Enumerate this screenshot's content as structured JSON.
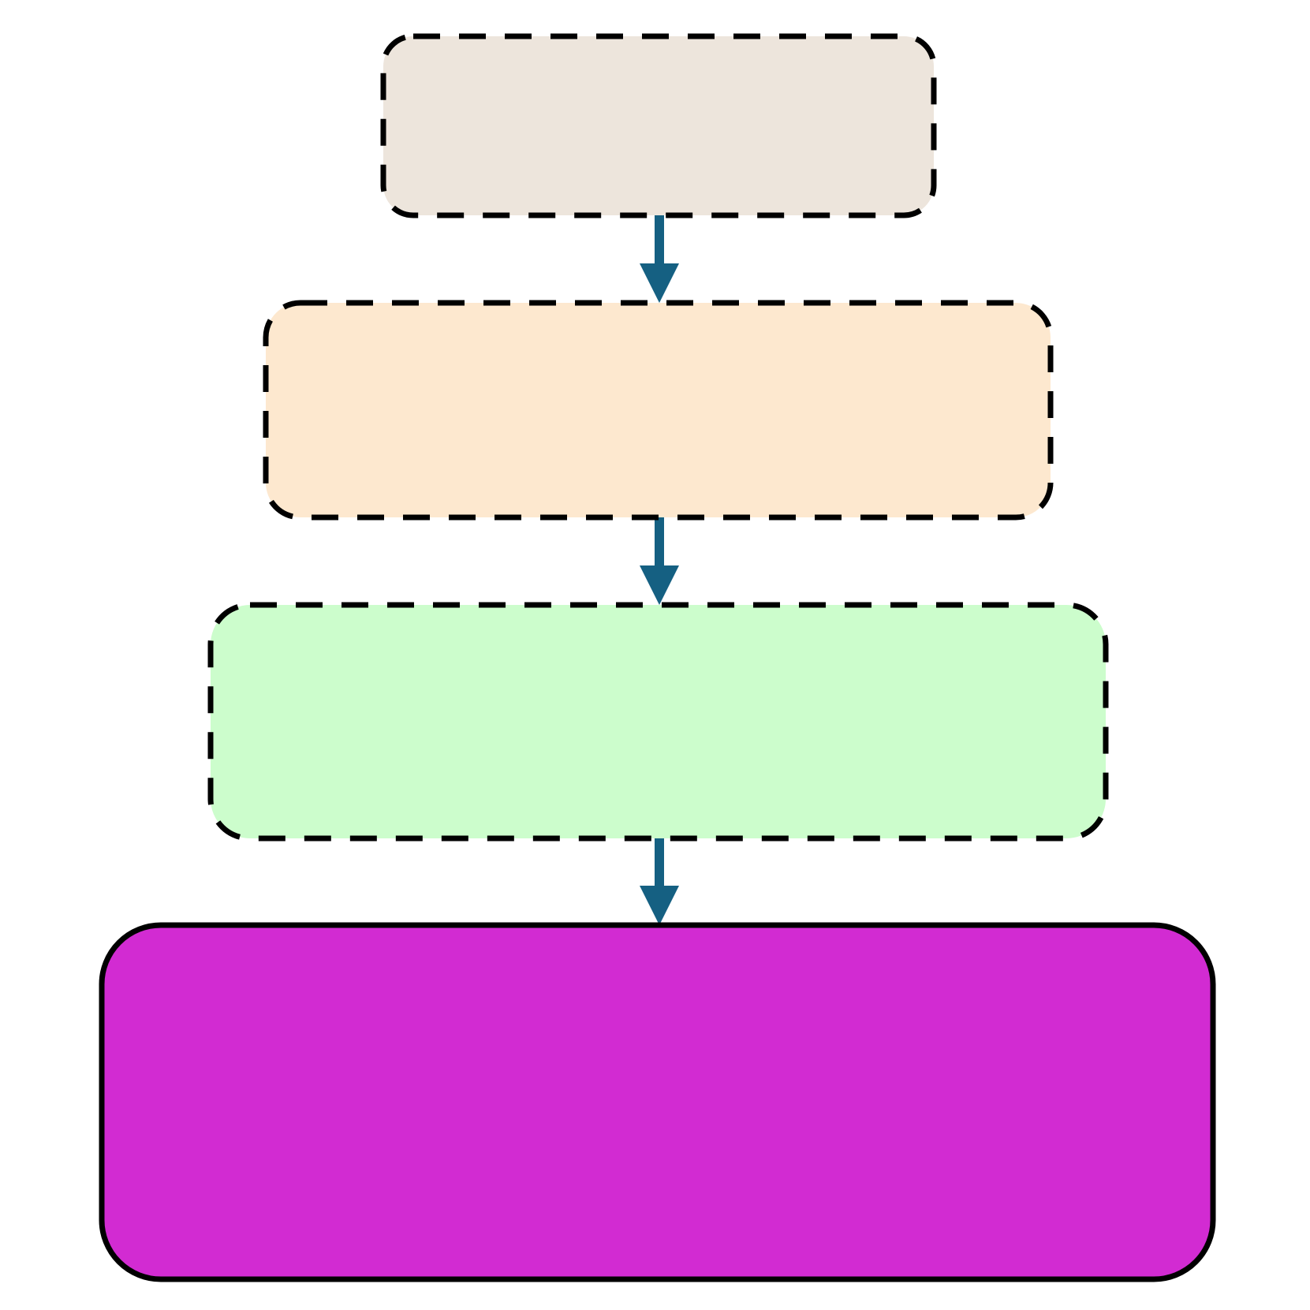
{
  "diagram": {
    "type": "flowchart",
    "direction": "top-to-bottom",
    "colors": {
      "background": "#ffffff",
      "border": "#000000",
      "arrow": "#156082"
    },
    "nodes": [
      {
        "id": "step-1",
        "label": "",
        "fill": "#ede5dc",
        "border": "dashed"
      },
      {
        "id": "step-2",
        "label": "",
        "fill": "#fde8cf",
        "border": "dashed"
      },
      {
        "id": "step-3",
        "label": "",
        "fill": "#ccfdcc",
        "border": "dashed"
      },
      {
        "id": "step-4",
        "label": "",
        "fill": "#d22bd2",
        "border": "solid"
      }
    ],
    "edges": [
      {
        "from": "step-1",
        "to": "step-2"
      },
      {
        "from": "step-2",
        "to": "step-3"
      },
      {
        "from": "step-3",
        "to": "step-4"
      }
    ]
  }
}
